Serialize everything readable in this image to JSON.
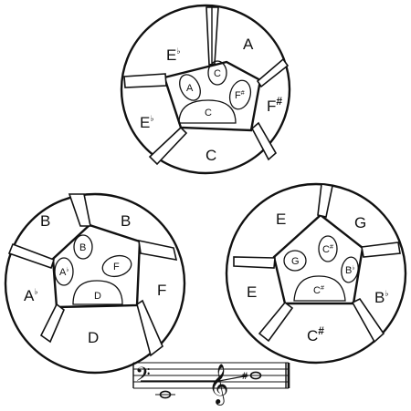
{
  "colors": {
    "ink": "#111111",
    "paper": "#ffffff",
    "wedge_fill": "#e8e8e8"
  },
  "pans": [
    {
      "id": "top",
      "sections": [
        {
          "name": "E",
          "acc": "♭"
        },
        {
          "name": "A",
          "acc": ""
        },
        {
          "name": "F",
          "acc": "#"
        },
        {
          "name": "C",
          "acc": ""
        },
        {
          "name": "E",
          "acc": "♭"
        }
      ],
      "center": [
        {
          "name": "A",
          "acc": ""
        },
        {
          "name": "C",
          "acc": ""
        },
        {
          "name": "F",
          "acc": "#"
        },
        {
          "name": "C",
          "acc": ""
        }
      ]
    },
    {
      "id": "left",
      "sections": [
        {
          "name": "B",
          "acc": ""
        },
        {
          "name": "B",
          "acc": ""
        },
        {
          "name": "F",
          "acc": ""
        },
        {
          "name": "D",
          "acc": ""
        },
        {
          "name": "A",
          "acc": "♭"
        }
      ],
      "center": [
        {
          "name": "B",
          "acc": ""
        },
        {
          "name": "F",
          "acc": ""
        },
        {
          "name": "A",
          "acc": "♭"
        },
        {
          "name": "D",
          "acc": ""
        }
      ]
    },
    {
      "id": "right",
      "sections": [
        {
          "name": "E",
          "acc": ""
        },
        {
          "name": "G",
          "acc": ""
        },
        {
          "name": "B",
          "acc": "♭"
        },
        {
          "name": "C",
          "acc": "#"
        },
        {
          "name": "E",
          "acc": ""
        }
      ],
      "center": [
        {
          "name": "G",
          "acc": ""
        },
        {
          "name": "C",
          "acc": "#"
        },
        {
          "name": "B",
          "acc": "♭"
        },
        {
          "name": "C",
          "acc": "#"
        }
      ]
    }
  ],
  "range": {
    "bass_clef_glyph": "𝄢",
    "treble_clef_glyph": "𝄞",
    "low_accidental": "",
    "high_accidental": "#"
  }
}
